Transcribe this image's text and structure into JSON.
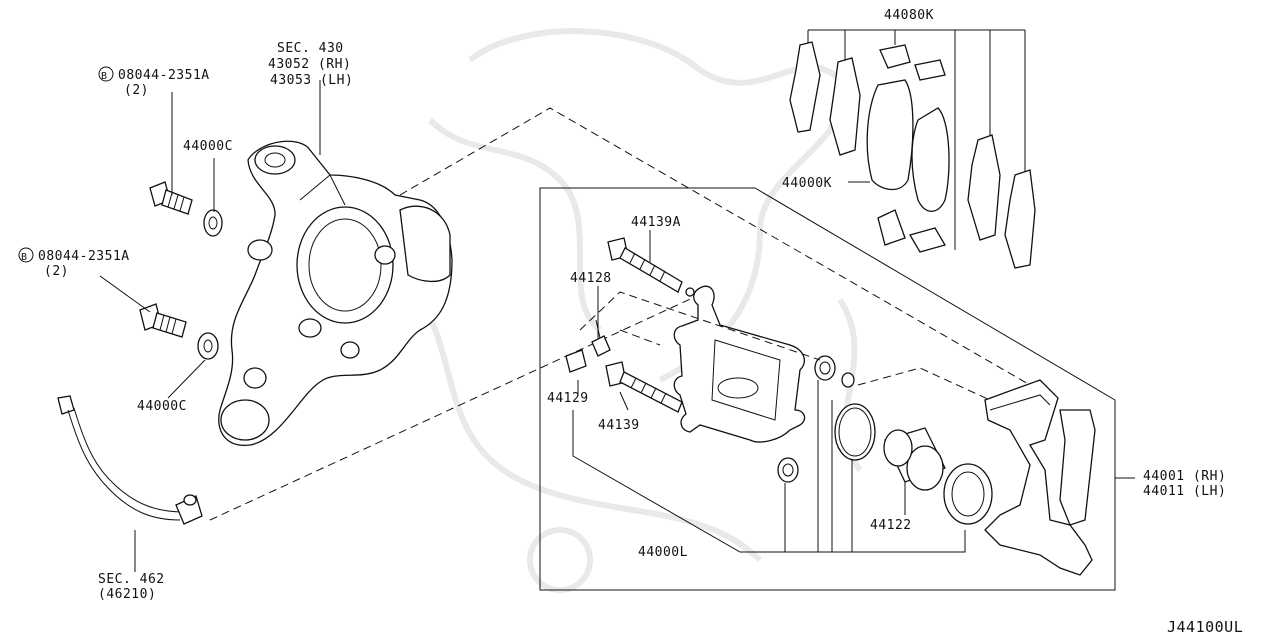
{
  "labels": {
    "sec430": "SEC. 430",
    "p43052": "43052 (RH)",
    "p43053": "43053 (LH)",
    "bolt1_num": "08044-2351A",
    "bolt1_qty": "(2)",
    "bolt2_num": "08044-2351A",
    "bolt2_qty": "(2)",
    "b_mark": "B",
    "w44000c_top": "44000C",
    "w44000c_bot": "44000C",
    "sec462": "SEC. 462",
    "p46210": "(46210)",
    "p44080k": "44080K",
    "p44000k": "44000K",
    "p44139a": "44139A",
    "p44128": "44128",
    "p44129": "44129",
    "p44139": "44139",
    "p44000l": "44000L",
    "p44122": "44122",
    "p44001": "44001 (RH)",
    "p44011": "44011 (LH)",
    "code": "J44100UL"
  }
}
